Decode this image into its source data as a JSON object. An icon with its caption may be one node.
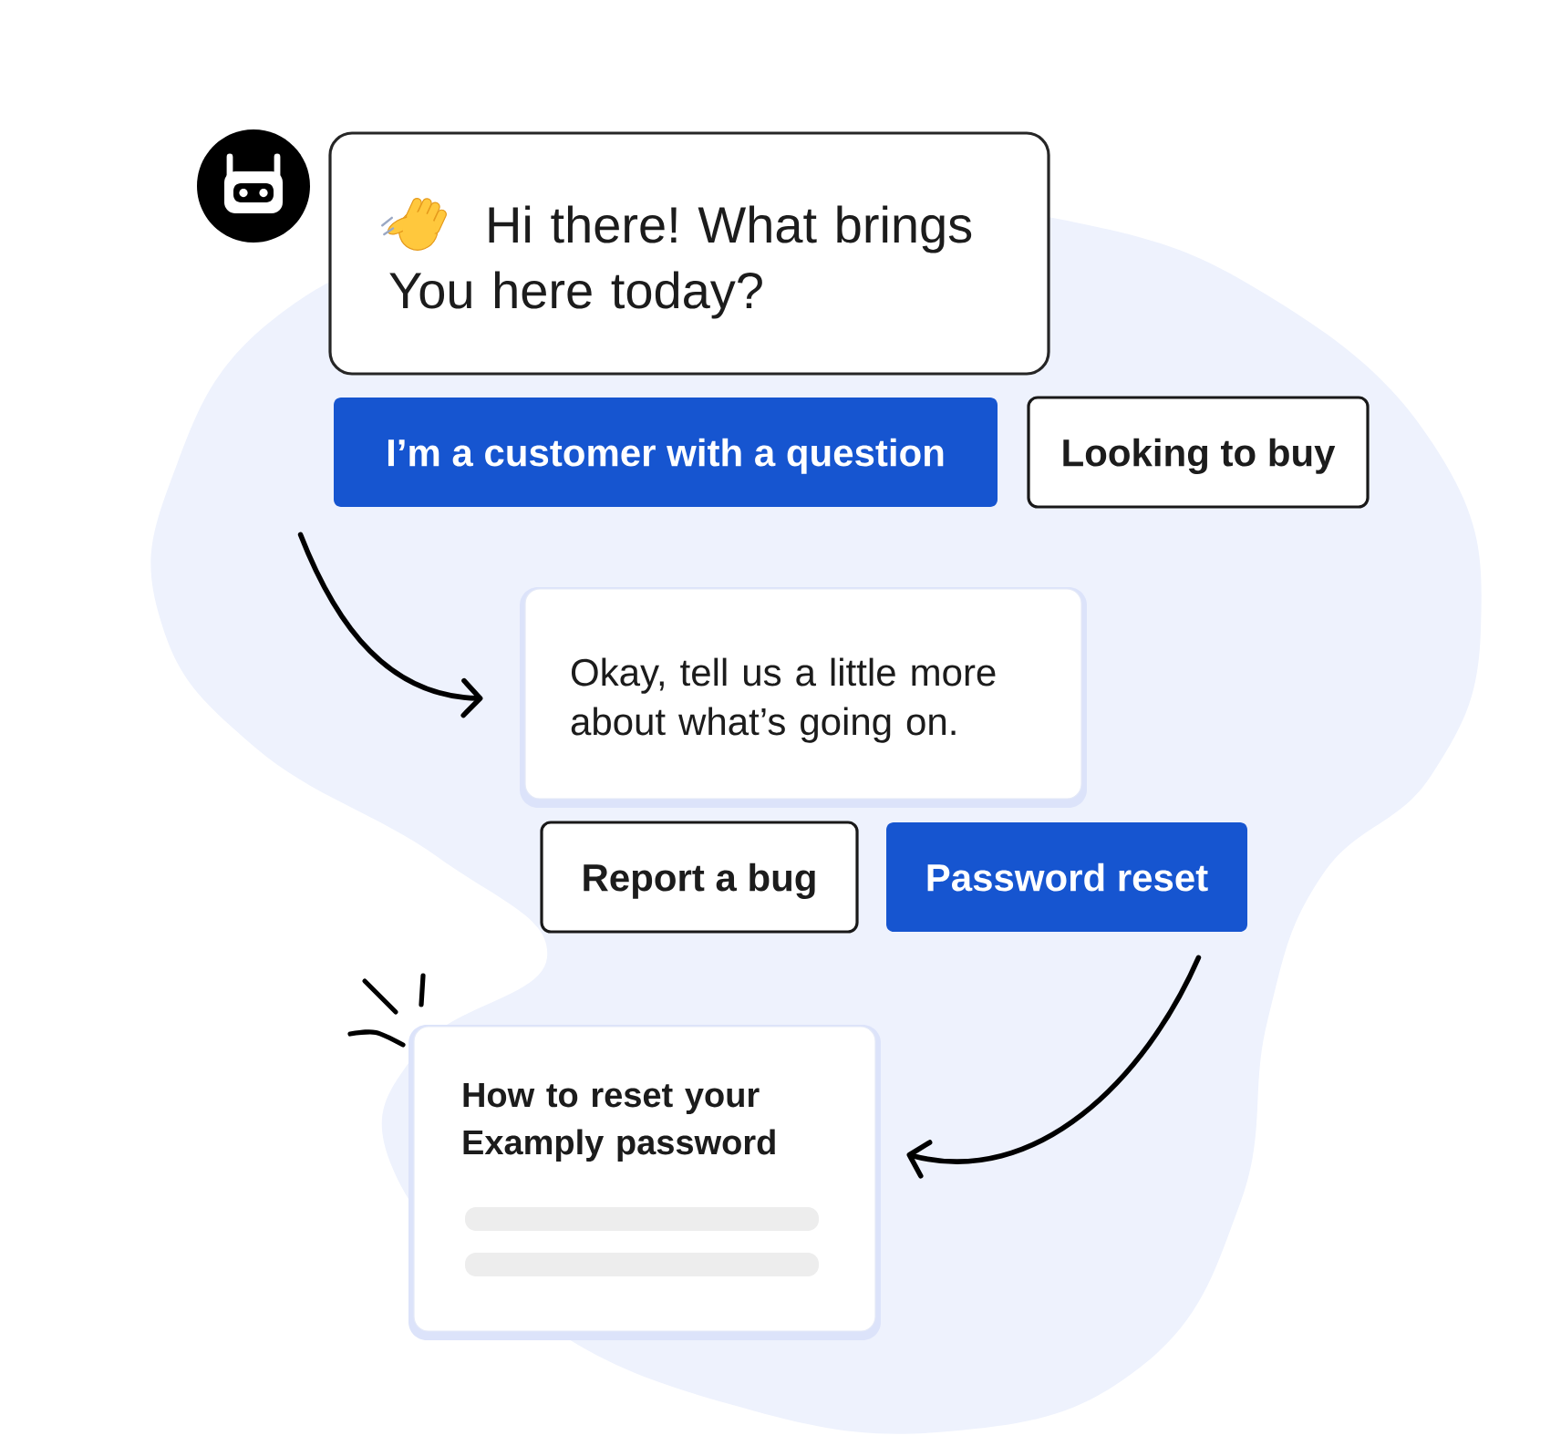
{
  "diagram": {
    "nodes": [
      {
        "text": [
          "Hi there! What brings You here today?"
        ]
      },
      {
        "text": [
          "I’m a customer with a question"
        ]
      },
      {
        "text": [
          "Looking to buy"
        ]
      },
      {
        "text": [
          "Okay, tell us a little more about what’s going on."
        ]
      },
      {
        "text": [
          "Report a bug"
        ]
      },
      {
        "text": [
          "Password reset"
        ]
      },
      {
        "text": [
          "How to reset your Examply password"
        ]
      }
    ],
    "edges": [
      {
        "from": 1,
        "to": 3,
        "arrow": "to"
      },
      {
        "from": 5,
        "to": 6,
        "arrow": "to"
      }
    ]
  }
}
